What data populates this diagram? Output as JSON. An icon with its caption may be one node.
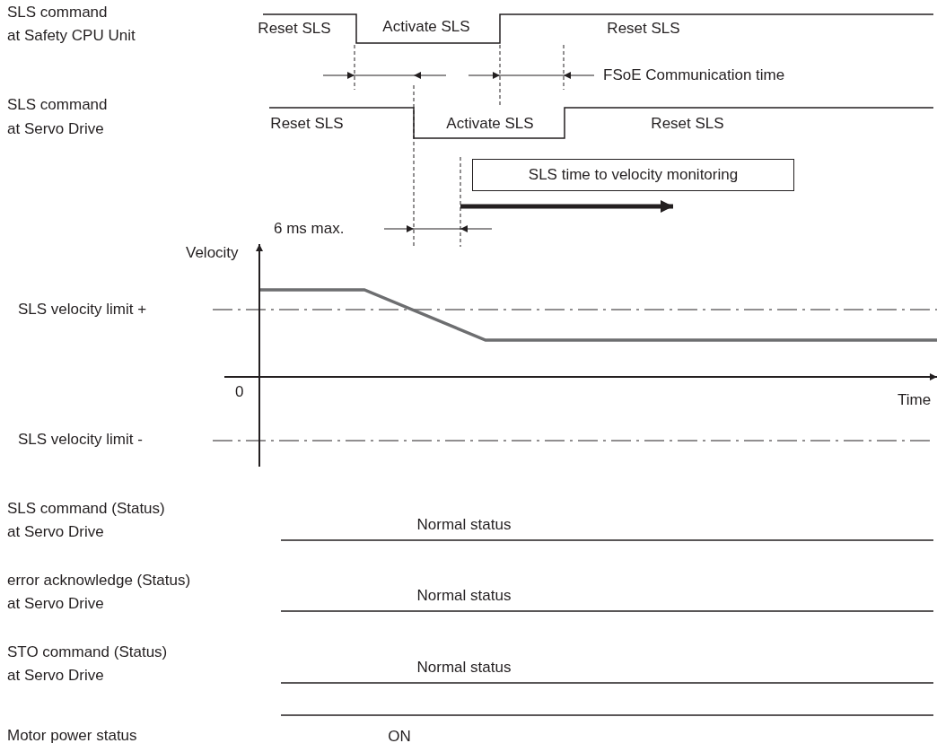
{
  "diagram": {
    "nodes": [
      {
        "text": [
          "SLS time to velocity monitoring"
        ]
      }
    ],
    "labels": [
      "SLS command",
      "at Safety CPU Unit",
      "Reset SLS",
      "Activate SLS",
      "Reset SLS",
      "FSoE Communication time",
      "SLS command",
      "at Servo Drive",
      "Reset SLS",
      "Activate SLS",
      "Reset SLS",
      "6 ms max.",
      "Velocity",
      "SLS velocity limit +",
      "0",
      "Time",
      "SLS velocity limit -",
      "SLS command (Status)",
      "at Servo Drive",
      "Normal status",
      "error acknowledge (Status)",
      "at Servo Drive",
      "Normal status",
      "STO command (Status)",
      "at Servo Drive",
      "Normal status",
      "Motor power status",
      "ON"
    ]
  }
}
